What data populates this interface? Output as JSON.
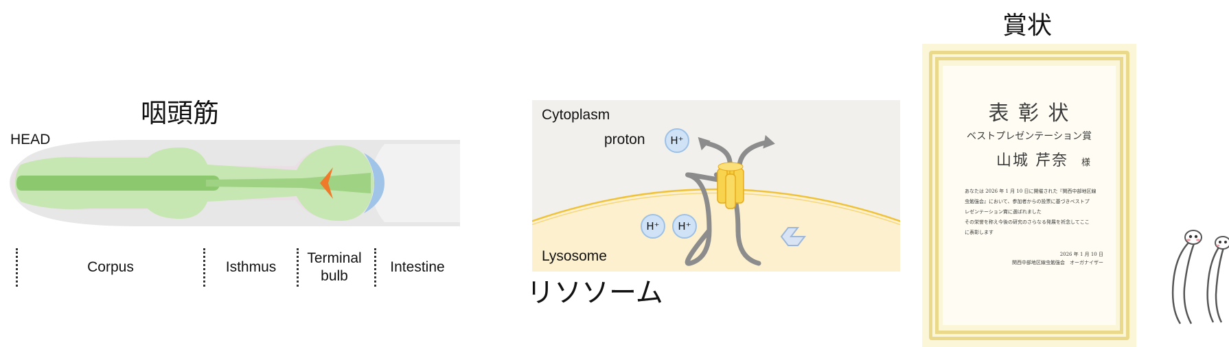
{
  "pharynx": {
    "title": "咽頭筋",
    "head_label": "HEAD",
    "segments": [
      "Corpus",
      "Isthmus",
      "Terminal bulb",
      "Intestine"
    ],
    "colors": {
      "muscle": "#a9d98c",
      "lumen": "#7fc266",
      "grinder": "#ef7a2a",
      "valve": "#9fc4e8",
      "body": "#e6e6e6"
    }
  },
  "lysosome": {
    "cytoplasm_label": "Cytoplasm",
    "proton_label": "proton",
    "ion_label": "H⁺",
    "lysosome_label": "Lysosome",
    "caption": "リソソーム",
    "colors": {
      "cytoplasm": "#f1f0ed",
      "lysosome": "#fcf0cf",
      "membrane": "#f0c23a",
      "channel": "#f6cd3c",
      "arrow": "#8c8c8c",
      "ion": "#cfe2f6"
    }
  },
  "award": {
    "title": "賞状",
    "heading": "表 彰 状",
    "prize": "ベストプレゼンテーション賞",
    "recipient": "山城 芹奈",
    "honorific": "様",
    "body_lines": [
      "あなたは 2026 年 1 月 10 日に開催された『関西中部地区線",
      "虫勉強会』において、参加者からの投票に基づきベストプ",
      "レゼンテーション賞に選ばれました",
      "その栄誉を称え今後の研究のさらなる発展を祈念してここ",
      "に表彰します"
    ],
    "date": "2026 年 1 月 10 日",
    "issuer": "関西中部地区線虫勉強会　オーガナイザー"
  }
}
